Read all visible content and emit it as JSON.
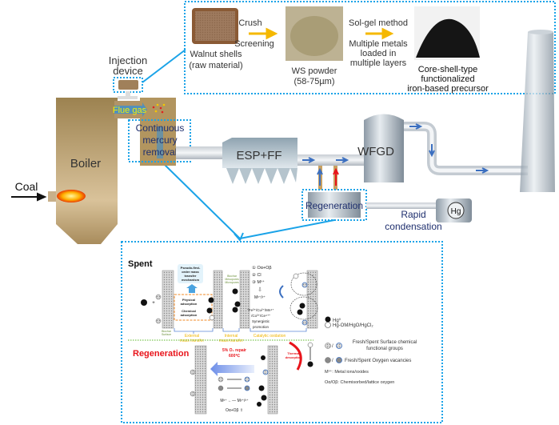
{
  "colors": {
    "callout": "#1aa3e8",
    "regen_red": "#e8141b",
    "arrow_yellow": "#f5b800",
    "label_navy": "#1f2f6e",
    "flue_gas": "#f5f000",
    "catalytic": "#f0b400"
  },
  "top_panel": {
    "walnut_label": [
      "Walnut shells",
      "(raw material)"
    ],
    "step1": [
      "Crush",
      "Screening"
    ],
    "ws_label": [
      "WS powder",
      "(58-75µm)"
    ],
    "step2": [
      "Sol-gel method",
      "Multiple metals",
      "loaded in",
      "multiple layers"
    ],
    "precursor_label": [
      "Core-shell-type",
      "functionalized",
      "iron-based precursor"
    ]
  },
  "plant": {
    "injection": [
      "Injection",
      "device"
    ],
    "boiler": "Boiler",
    "coal": "Coal",
    "flue_gas": "Flue gas",
    "removal": [
      "Continuous",
      "mercury",
      "removal"
    ],
    "esp": "ESP+FF",
    "wfgd": "WFGD",
    "regeneration": "Regeneration",
    "hg": "Hg",
    "condensation": [
      "Rapid",
      "condensation"
    ]
  },
  "mechanism": {
    "spent": "Spent",
    "regeneration": "Regeneration",
    "pseudo": [
      "Pseudo-first-",
      "order mass",
      "transfer",
      "mechanism"
    ],
    "physical": [
      "Physical",
      "adsorption"
    ],
    "chemical": [
      "Chemical",
      "adsorption"
    ],
    "biochar_surface": [
      "Biochar",
      "Surface"
    ],
    "biochar_pores": [
      "Biochar",
      "Mesopores",
      "Micropores"
    ],
    "external": [
      "External",
      "mass transfer"
    ],
    "internal": [
      "Internal",
      "mass transfer"
    ],
    "catalytic": "Catalytic oxidation",
    "oxidants": [
      "① Oα+Oβ",
      "② Cl",
      "③ Mˣ⁺"
    ],
    "down_arrow": "⇩",
    "mxy": "Mˣ⁺/ʸ⁺",
    "synergy": [
      "“Fe³⁺/Cu²⁺/Mn⁴⁺",
      "/Co³⁺/Ce⁴⁺”",
      "Synergistic",
      "promotion"
    ],
    "thermal": [
      "Thermal",
      "desorption"
    ],
    "repair": [
      "5% O₂ repair",
      "600℃"
    ],
    "regen_metal": "Mˣ⁺ ←— Mʸ⁺/ˣ⁺",
    "regen_oxygen": "Oα+Oβ ⇧",
    "plus": "+"
  },
  "legend": [
    {
      "label": "Hg⁰"
    },
    {
      "label": "Hg-OM/HgO/HgCl₂"
    },
    {
      "label": [
        "Fresh/Spent Surface chemical",
        "functional groups"
      ]
    },
    {
      "label": "Fresh/Spent Oxygen vacancies"
    },
    {
      "label": "Mˣ⁺: Metal ions/oxides"
    },
    {
      "label": "Oα/Oβ: Chemisorbed/lattice oxygen"
    }
  ],
  "legend_slash": "/"
}
